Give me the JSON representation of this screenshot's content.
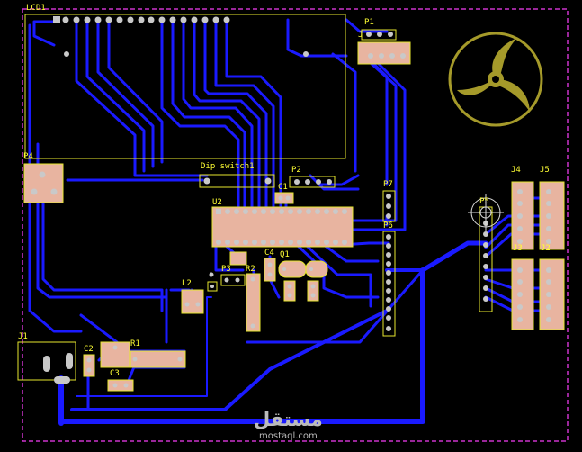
{
  "colors": {
    "background": "#000000",
    "trace": "#1a1aff",
    "silkscreen": "#e6e62e",
    "pad": "#c9c9c9",
    "pad_body": "#e8b4a0",
    "border": "#cc33cc"
  },
  "labels": {
    "lcd1": "LCD1",
    "p1": "P1",
    "j": "J",
    "p4": "P4",
    "dip": "Dip switch1",
    "p2": "P2",
    "c1": "C1",
    "u2": "U2",
    "p7": "P7",
    "p6": "P6",
    "p5": "P5",
    "j4": "J4",
    "j5": "J5",
    "j3": "J3",
    "j2": "J2",
    "c4": "C4",
    "q1": "Q1",
    "p3": "P3",
    "r2": "R2",
    "l2": "L2",
    "j1": "J1",
    "c2": "C2",
    "r1": "R1",
    "c3": "C3"
  },
  "watermark": {
    "arabic": "مستقل",
    "latin": "mostaql.com"
  },
  "icons": {
    "logo": "tri-blade-logo",
    "target": "crosshair-target-icon"
  }
}
